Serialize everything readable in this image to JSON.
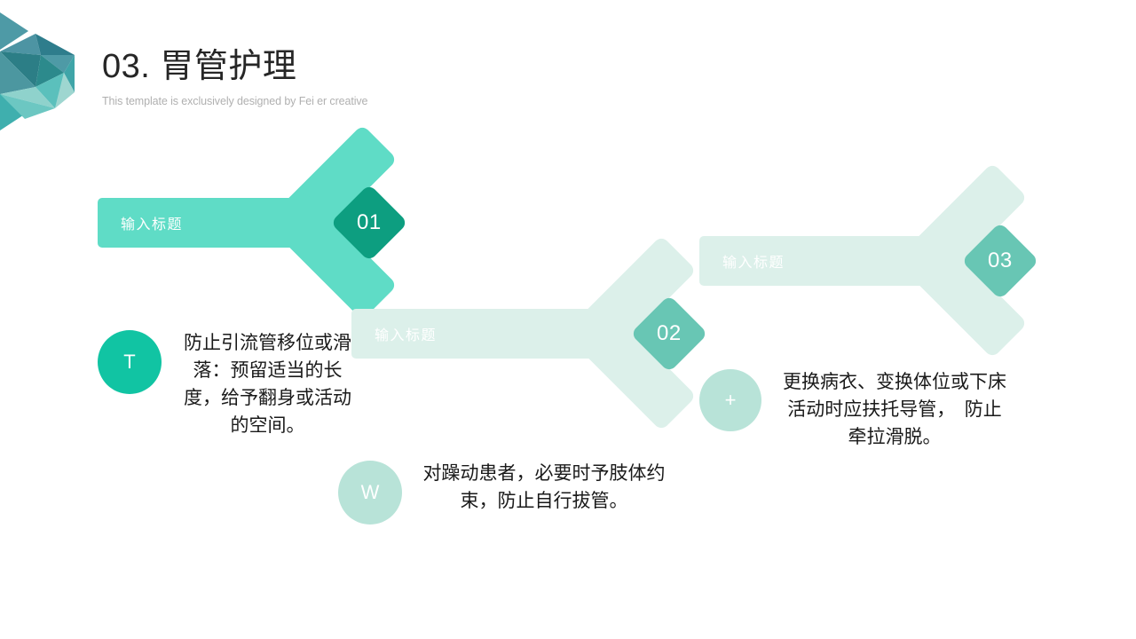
{
  "header": {
    "title": "03. 胃管护理",
    "subtitle": "This template is exclusively designed by Fei er creative"
  },
  "colors": {
    "primary_teal": "#5FDCC6",
    "dark_diamond": "#0D9E80",
    "pale_mint": "#DCF0EA",
    "medium_teal": "#68C6B4",
    "circle_strong": "#11C4A3",
    "circle_pale": "#B8E3D8",
    "title_text": "#262626",
    "subtitle_text": "#b0b0b0",
    "body_text": "#1a1a1a"
  },
  "arrows": [
    {
      "number": "01",
      "label": "输入标题"
    },
    {
      "number": "02",
      "label": "输入标题"
    },
    {
      "number": "03",
      "label": "输入标题"
    }
  ],
  "info_blocks": [
    {
      "badge": "T",
      "text": "防止引流管移位或滑落：预留适当的长度，给予翻身或活动的空间。"
    },
    {
      "badge": "W",
      "text": "对躁动患者，必要时予肢体约束，防止自行拔管。"
    },
    {
      "badge": "+",
      "text": "更换病衣、变换体位或下床活动时应扶托导管，　防止牵拉滑脱。"
    }
  ]
}
